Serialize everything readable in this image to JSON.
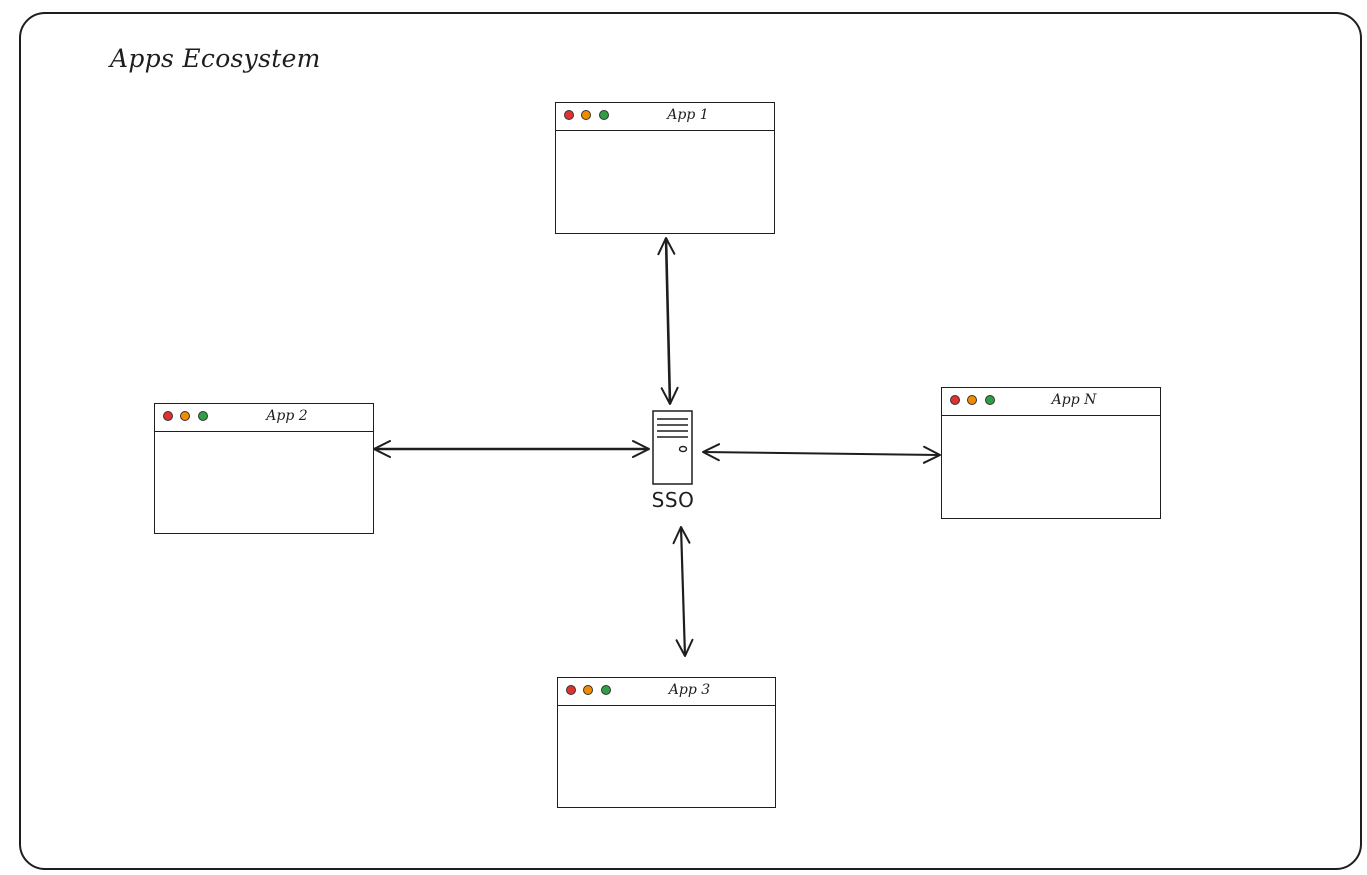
{
  "diagram": {
    "title": "Apps Ecosystem",
    "hub": {
      "label": "SSO",
      "icon": "server-icon"
    },
    "apps": [
      {
        "id": "app1",
        "title": "App 1"
      },
      {
        "id": "app2",
        "title": "App 2"
      },
      {
        "id": "app3",
        "title": "App 3"
      },
      {
        "id": "appN",
        "title": "App N"
      }
    ],
    "links": [
      {
        "from": "app1",
        "to": "sso",
        "direction": "both"
      },
      {
        "from": "app2",
        "to": "sso",
        "direction": "both"
      },
      {
        "from": "sso",
        "to": "appN",
        "direction": "both"
      },
      {
        "from": "sso",
        "to": "app3",
        "direction": "both"
      }
    ]
  },
  "colors": {
    "stroke": "#1e1e1e",
    "dot_red": "#e03131",
    "dot_yellow": "#f08c00",
    "dot_green": "#2f9e44",
    "background": "#ffffff"
  }
}
